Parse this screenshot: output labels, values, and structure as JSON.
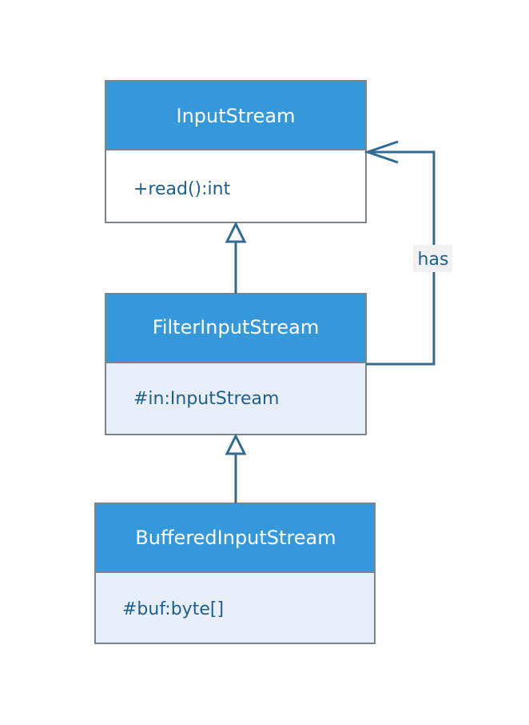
{
  "classes": {
    "input_stream": {
      "name": "InputStream",
      "members": [
        "+read():int"
      ]
    },
    "filter_input_stream": {
      "name": "FilterInputStream",
      "members": [
        "#in:InputStream"
      ]
    },
    "buffered_input_stream": {
      "name": "BufferedInputStream",
      "members": [
        "#buf:byte[]"
      ]
    }
  },
  "relations": {
    "has_label": "has"
  },
  "colors": {
    "header": "#3498db",
    "body_plain": "#ffffff",
    "body_tinted": "#e8eef8",
    "border": "#7d8489",
    "line": "#2f6b94",
    "text": "#1f5f8b"
  }
}
